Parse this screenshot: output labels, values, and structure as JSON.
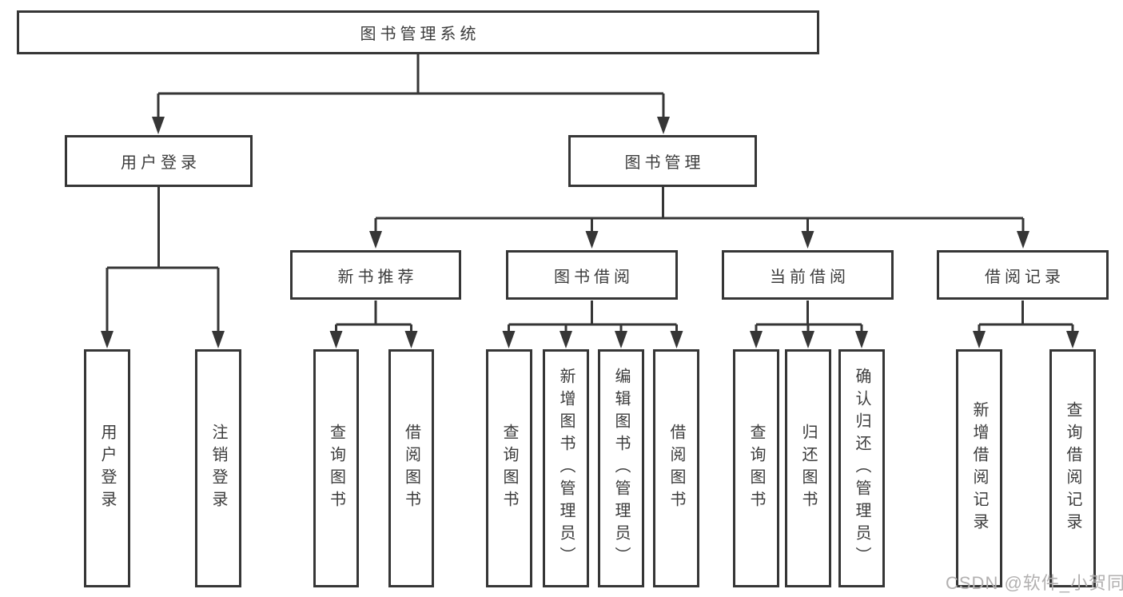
{
  "diagram": {
    "title": "图书管理系统",
    "level2": {
      "user_login": {
        "label": "用户登录"
      },
      "book_management": {
        "label": "图书管理"
      }
    },
    "level3": {
      "new_book_recommend": {
        "label": "新书推荐"
      },
      "book_borrow": {
        "label": "图书借阅"
      },
      "current_borrow": {
        "label": "当前借阅"
      },
      "borrow_records": {
        "label": "借阅记录"
      }
    },
    "leaves": {
      "user_login_children": [
        "用户登录",
        "注销登录"
      ],
      "new_book_recommend_children": [
        "查询图书",
        "借阅图书"
      ],
      "book_borrow_children": [
        "查询图书",
        "新增图书（管理员）",
        "编辑图书（管理员）",
        "借阅图书"
      ],
      "current_borrow_children": [
        "查询图书",
        "归还图书",
        "确认归还（管理员）"
      ],
      "borrow_records_children": [
        "新增借阅记录",
        "查询借阅记录"
      ]
    }
  },
  "watermark": "CSDN @软件_小贺同学",
  "colors": {
    "line": "#363636",
    "text": "#3c3c3c",
    "box_background": "#ffffff",
    "watermark": "#b2b0b0"
  }
}
